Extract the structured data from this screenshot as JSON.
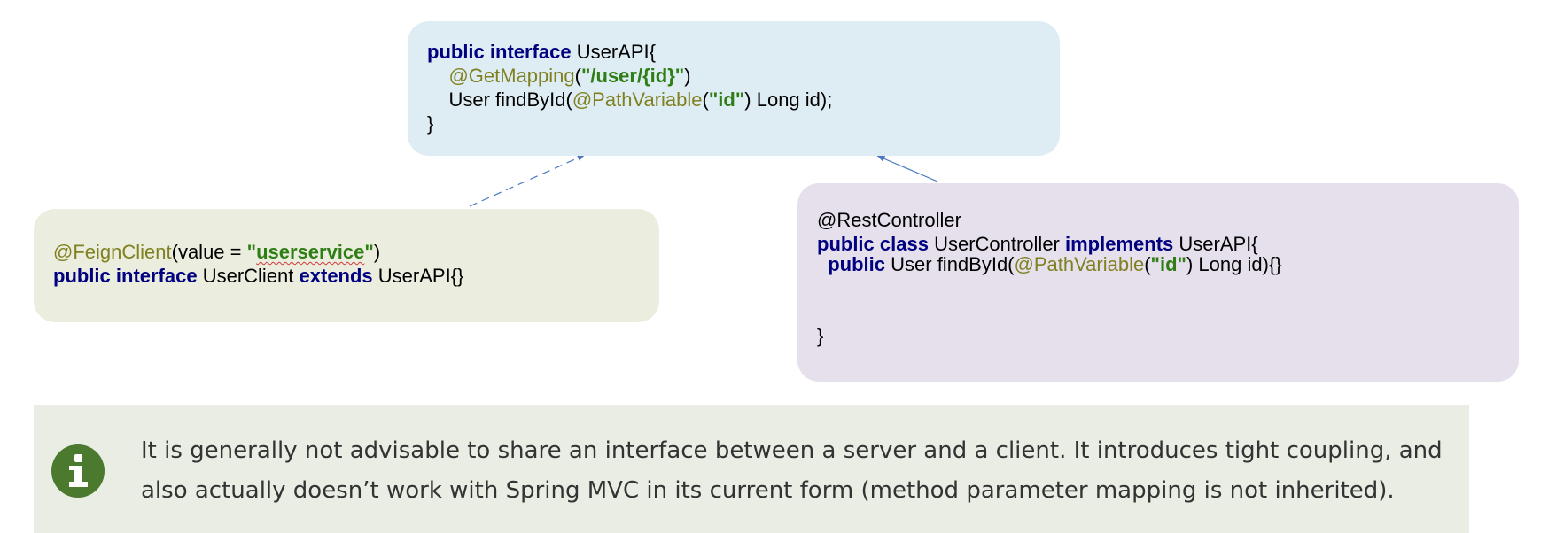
{
  "api_interface": {
    "line1": {
      "kw": "public interface",
      "name": " UserAPI{"
    },
    "line2": {
      "ann": "@GetMapping",
      "open": "(",
      "path": "\"/user/{id}\"",
      "close": ")"
    },
    "line3": {
      "pre": "User findById(",
      "ann": "@PathVariable",
      "open": "(",
      "arg": "\"id\"",
      "post": ") Long id);"
    },
    "line4": "}"
  },
  "feign_client": {
    "line1": {
      "ann": "@FeignClient",
      "pre": "(value = ",
      "quote_open": "\"",
      "service": "userservice",
      "quote_close": "\"",
      "post": ")"
    },
    "line2": {
      "kw1": "public interface",
      "name": " UserClient ",
      "kw2": "extends",
      "post": " UserAPI{}"
    }
  },
  "controller": {
    "line1": "@RestController",
    "line2": {
      "kw1": "public class",
      "name": " UserController ",
      "kw2": "implements",
      "post": " UserAPI{"
    },
    "line3": {
      "kw": "public",
      "pre": " User findById(",
      "ann": "@PathVariable",
      "open": "(",
      "arg": "\"id\"",
      "post": ") Long id){}"
    },
    "line4": "}"
  },
  "note": {
    "icon": "info-icon",
    "text": "It is generally not advisable to share an interface between a server and a client. It introduces tight coupling, and also actually doesn’t work with Spring MVC in its current form (method parameter mapping is not inherited)."
  },
  "colors": {
    "keyword": "#000080",
    "annotation": "#808020",
    "string": "#2e7d15",
    "api_box": "#deedf3",
    "client_box": "#ebeedf",
    "controller_box": "#e6e0ec",
    "note_bg": "#e9ede4",
    "note_icon": "#4b7a2f",
    "arrow": "#4a78c2"
  }
}
